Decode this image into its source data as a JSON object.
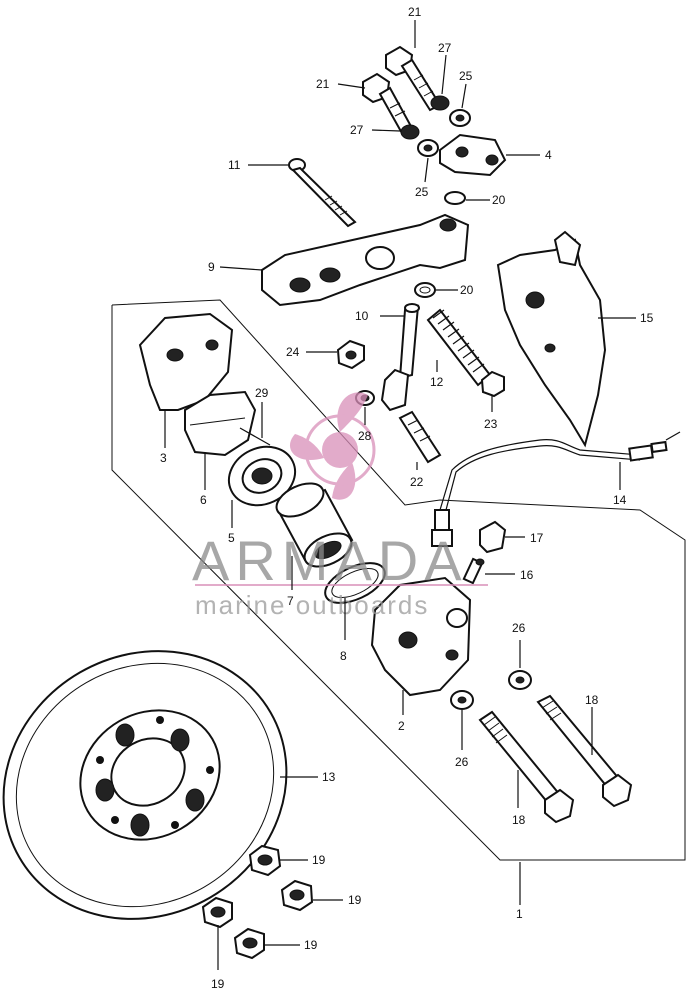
{
  "watermark": {
    "title": "ARMADA",
    "subtitle": "marine outboards",
    "accent_color": "#d98fb9"
  },
  "part_numbers": {
    "p1": "1",
    "p2": "2",
    "p3": "3",
    "p4": "4",
    "p5": "5",
    "p6": "6",
    "p7": "7",
    "p8": "8",
    "p9": "9",
    "p10": "10",
    "p11": "11",
    "p12": "12",
    "p13": "13",
    "p14": "14",
    "p15": "15",
    "p16": "16",
    "p17": "17",
    "p18a": "18",
    "p18b": "18",
    "p19a": "19",
    "p19b": "19",
    "p19c": "19",
    "p19d": "19",
    "p20a": "20",
    "p20b": "20",
    "p21a": "21",
    "p21b": "21",
    "p22": "22",
    "p23": "23",
    "p24": "24",
    "p25a": "25",
    "p25b": "25",
    "p26a": "26",
    "p26b": "26",
    "p27a": "27",
    "p27b": "27",
    "p28": "28",
    "p29": "29"
  }
}
